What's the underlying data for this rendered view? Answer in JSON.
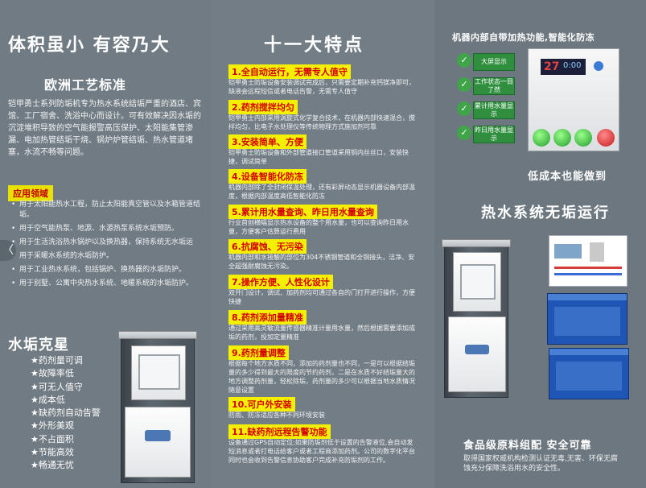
{
  "left": {
    "headline": "体积虽小 有容乃大",
    "subheadline": "欧洲工艺标准",
    "intro": "铠甲勇士系列防垢机专为热水系统结垢严重的酒店、宾馆、工厂宿舍、洗浴中心而设计。可有效解决因水垢的沉淀堆积导致的空气能报警高压保护、太阳能集管渗漏、电加热管结垢干烧、锅炉炉管结垢、热水管道堵塞，水流不畅等问题。",
    "app_tag": "应用领域",
    "applications": [
      "用于太阳能热水工程，防止太阳能真空管以及水箱管道结垢。",
      "用于空气能热泵、地源、水源热泵系统水垢预防。",
      "用于生活洗浴热水锅炉以及换热器，保持系统无水垢运",
      "用于采暖水系统的水垢防护。",
      "用于工业热水系统，包括锅炉、换热器的水垢防护。",
      "用于别墅、公寓中央热水系统、地暖系统的水垢防护。"
    ],
    "arrow": "〈",
    "scale_title": "水垢克星",
    "features": [
      "★药剂量可调",
      "★故障率低",
      "★可无人值守",
      "★成本低",
      "★缺药剂自动告警",
      "★外形美观",
      "★不占面积",
      "★节能高效",
      "★畅通无忧"
    ]
  },
  "middle": {
    "headline": "十一大特点",
    "items": [
      {
        "title": "1.全自动运行，无需专人值守",
        "text": "铠甲勇士防垢设备安装调试完成后，只需要定期补充钙镁净即可，缺液会远程短信或者电话告警，无需专人值守"
      },
      {
        "title": "2.药剂搅拌均匀",
        "text": "铠甲勇士内部采用涡旋式化学复合技术，在机器内部快速混合，搅拌均匀，比电子水处理仪等传统物理方式施加剂可靠"
      },
      {
        "title": "3.安装简单、方便",
        "text": "铠甲勇士防垢设备和外部管道接口管道采用铜内丝丝口，安装快捷，调试简单"
      },
      {
        "title": "4.设备智能化防冻",
        "text": "机器内部除了全封闭保温处理，还有彩屏动态显示机器设备内部温度，根据内部温度高低智能化防冻"
      },
      {
        "title": "5.累计用水量查询、昨日用水量查询",
        "text": "行业首创横幅显示热水设备的整个用水量，也可以查询昨日用水量，方便客户估算运行费用"
      },
      {
        "title": "6.抗腐蚀、无污染",
        "text": "机器内部和水接触的部位为304不锈钢管道和全铜接头，洁净、安全超强耐腐蚀无污染。"
      },
      {
        "title": "7.操作方便、人性化设计",
        "text": "双开门设计，调试、加药剂均可通过各自的门打开进行操作，方便快捷"
      },
      {
        "title": "8.药剂添加量精准",
        "text": "通过采用高灵敏流量传感器精准计量用水量，然后根据需要添加成垢的药剂，投加定量精准"
      },
      {
        "title": "9.药剂量调整",
        "text": "根据每个地方水质不同，添加的药剂量也不同，一是可以根据结垢量的多少得到最大的限度的节约药剂，二是在水质不好结垢量大的地方调整药剂量，轻松除垢，药剂量的多少可以根据当地水质情况随意设置"
      },
      {
        "title": "10.可户外安装",
        "text": "防雨、防冻适应各种不同环境安装"
      },
      {
        "title": "11.缺药剂远程告警功能",
        "text": "设备通过GPS自动定位;如果防垢剂低于设置的告警液位,会自动发短消息或者打电话给客户或者工程商添加药剂。公司的数字化平台同时也会收到告警信息协助客户完成补充防垢剂的工作。"
      }
    ]
  },
  "right": {
    "headline": "机器内部自带加热功能,智能化防冻",
    "panel_display": "27",
    "panel_time": "0:00",
    "chips": [
      "大屏显示",
      "工作状态一目了然",
      "累计用水量显示",
      "昨日用水量显示"
    ],
    "low_cost": "低成本也能做到",
    "scale_free": "热水系统无垢运行",
    "food_grade": "食品级原料组配 安全可靠",
    "food_text": "取得国家权威机构检测认证无毒,无害、环保无腐蚀充分保障洗浴用水的安全性。"
  },
  "colors": {
    "accent_yellow": "#f5ef00",
    "accent_red": "#d40000",
    "background": "#707b83"
  }
}
